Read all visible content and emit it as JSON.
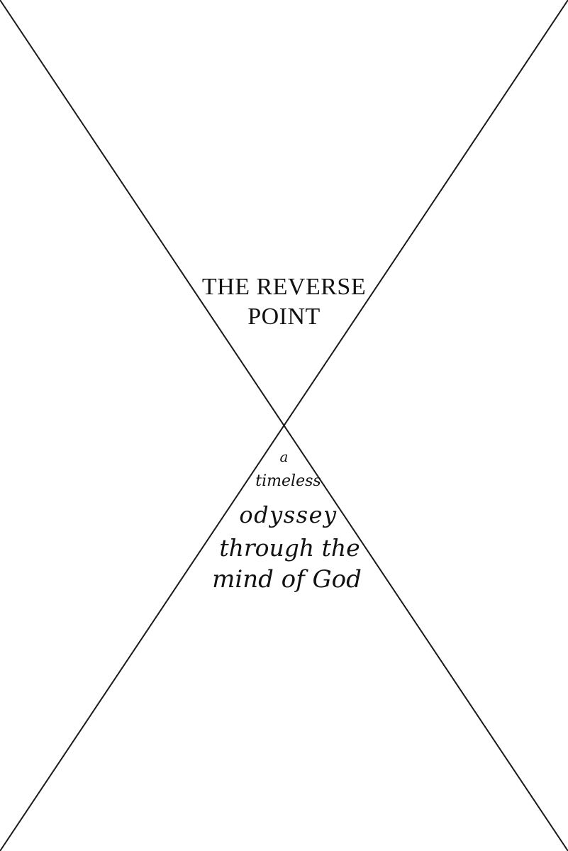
{
  "cover": {
    "title_line_1": "THE REVERSE",
    "title_line_2": "POINT",
    "subtitle_lines": [
      "a",
      "timeless",
      "odyssey",
      "through the",
      "mind of God"
    ],
    "background_color": "#ffffff",
    "line_color": "#1a1a1a",
    "text_color": "#111111"
  }
}
